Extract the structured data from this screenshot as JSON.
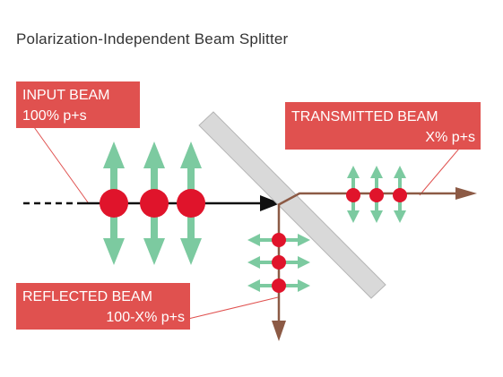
{
  "title": "Polarization-Independent Beam Splitter",
  "labels": {
    "input": {
      "line1": "INPUT BEAM",
      "line2": "100% p+s"
    },
    "transmitted": {
      "line1": "TRANSMITTED BEAM",
      "line2": "X% p+s"
    },
    "reflected": {
      "line1": "REFLECTED BEAM",
      "line2": "100-X% p+s"
    }
  },
  "colors": {
    "label_bg": "#e0514f",
    "beam_in": "#111111",
    "beam_out": "#8c5a45",
    "dot": "#e0142b",
    "arrow": "#7ccaa0",
    "splitter_fill": "#d9d9d9",
    "splitter_stroke": "#b5b5b5"
  }
}
